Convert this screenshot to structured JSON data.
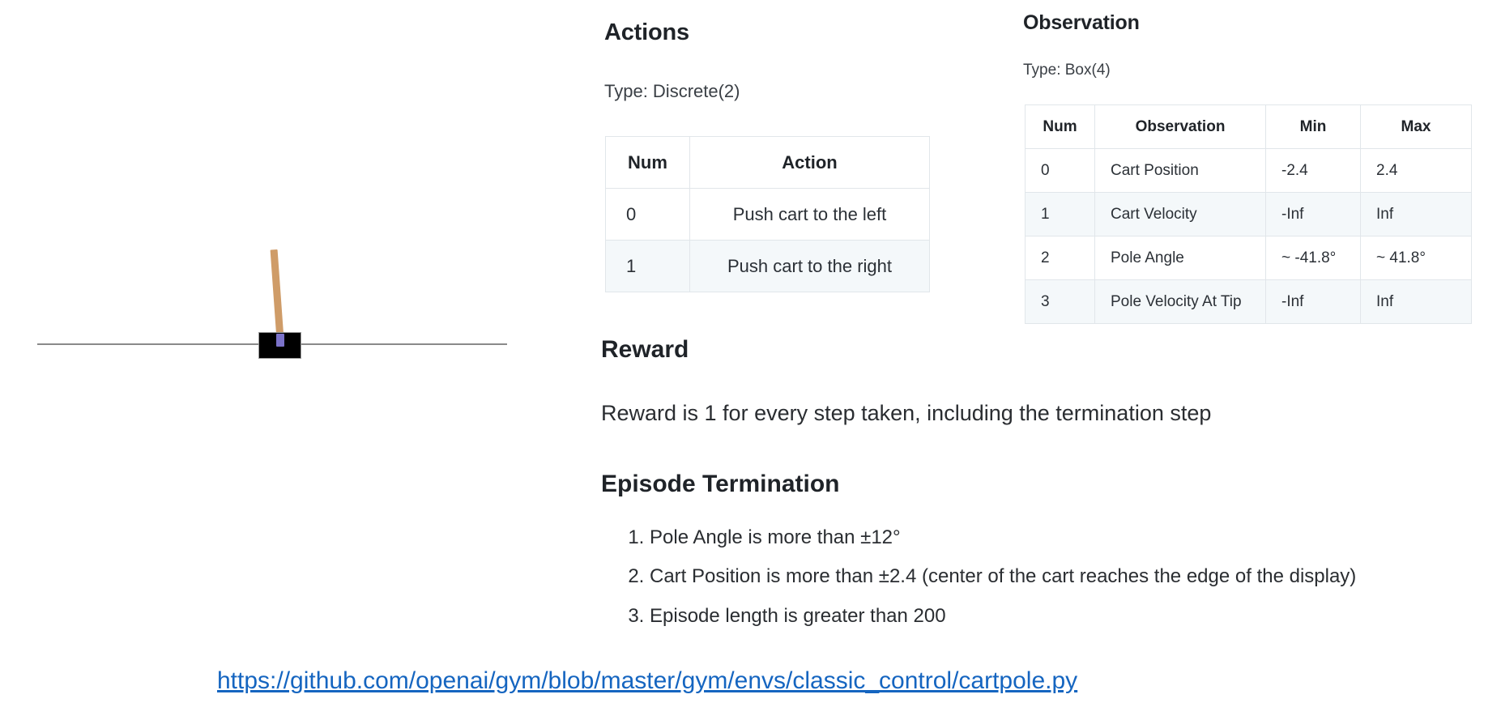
{
  "figure": {
    "name": "cartpole-illustration",
    "cart_color": "#000000",
    "pole_color": "#cf9c68",
    "axle_color": "#7b72c9",
    "ground_color": "#8a8a8a"
  },
  "actions": {
    "heading": "Actions",
    "type_line": "Type: Discrete(2)",
    "columns": [
      "Num",
      "Action"
    ],
    "rows": [
      {
        "num": "0",
        "action": "Push cart to the left"
      },
      {
        "num": "1",
        "action": "Push cart to the right"
      }
    ]
  },
  "observation": {
    "heading": "Observation",
    "type_line": "Type: Box(4)",
    "columns": [
      "Num",
      "Observation",
      "Min",
      "Max"
    ],
    "rows": [
      {
        "num": "0",
        "observation": "Cart Position",
        "min": "-2.4",
        "max": "2.4"
      },
      {
        "num": "1",
        "observation": "Cart Velocity",
        "min": "-Inf",
        "max": "Inf"
      },
      {
        "num": "2",
        "observation": "Pole Angle",
        "min": "~ -41.8°",
        "max": "~ 41.8°"
      },
      {
        "num": "3",
        "observation": "Pole Velocity At Tip",
        "min": "-Inf",
        "max": "Inf"
      }
    ]
  },
  "reward": {
    "heading": "Reward",
    "text": "Reward is 1 for every step taken, including the termination step"
  },
  "termination": {
    "heading": "Episode Termination",
    "items": [
      "Pole Angle is more than ±12°",
      "Cart Position is more than ±2.4 (center of the cart reaches the edge of the display)",
      "Episode length is greater than 200"
    ]
  },
  "source": {
    "url": "https://github.com/openai/gym/blob/master/gym/envs/classic_control/cartpole.py",
    "color": "#1565c0"
  }
}
